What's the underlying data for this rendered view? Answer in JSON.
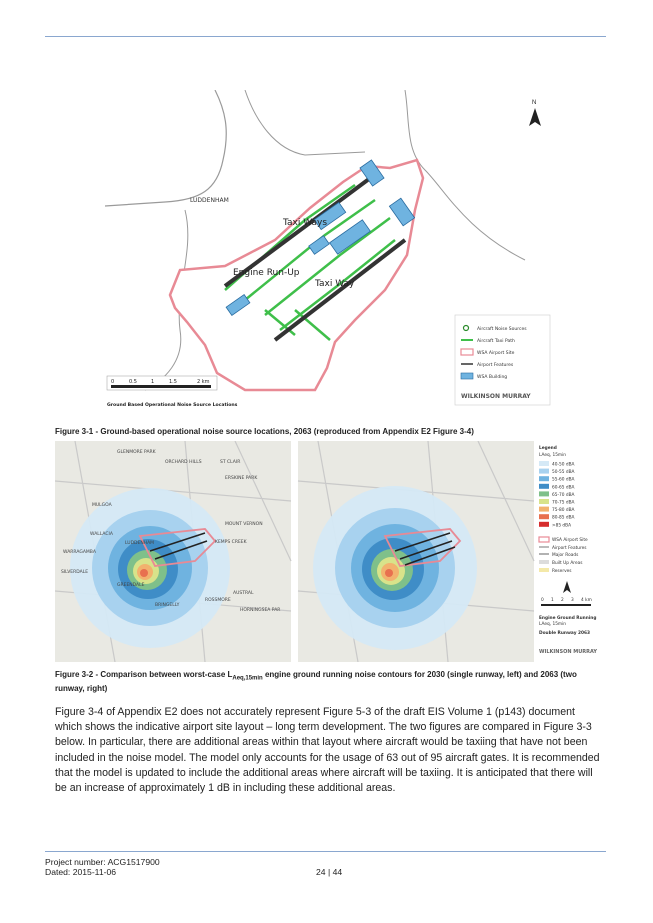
{
  "figure1": {
    "caption": "Figure 3-1 - Ground-based operational noise source locations, 2063 (reproduced from Appendix E2 Figure 3-4)",
    "map_labels": {
      "town": "LUDDENHAM",
      "taxi_ways": "Taxi Ways",
      "engine_run_up": "Engine Run-Up",
      "taxi_way": "Taxi Way"
    },
    "legend": [
      "Aircraft Noise Sources",
      "Aircraft Taxi Path",
      "WSA Airport Site",
      "Airport Features",
      "WSA Building"
    ],
    "scale_ticks": [
      "0",
      "0.5",
      "1",
      "1.5",
      "2 km"
    ],
    "map_title": "Ground Based Operational Noise Source Locations",
    "brand": "WILKINSON MURRAY"
  },
  "figure2": {
    "caption_part1": "Figure 3-2 - Comparison between worst-case L",
    "caption_sub": "Aeq,15min",
    "caption_part2": " engine ground running noise contours for 2030 (single runway, left) and 2063 (two runway, right)",
    "place_labels": [
      "GLENMORE PARK",
      "ORCHARD HILLS",
      "ST CLAIR",
      "ERSKINE PARK",
      "MULGOA",
      "WALLACIA",
      "LUDDENHAM",
      "KEMPS CREEK",
      "MOUNT VERNON",
      "WARRAGAMBA",
      "SILVERDALE",
      "GREENDALE",
      "AUSTRAL",
      "ROSSMORE",
      "BRINGELLY",
      "HORNINGSEA PAR"
    ],
    "legend_title": "Legend",
    "legend_subtitle": "LAeq, 15min",
    "legend_levels": [
      "40-50 dBA",
      "50-55 dBA",
      "55-60 dBA",
      "60-65 dBA",
      "65-70 dBA",
      "70-75 dBA",
      "75-80 dBA",
      "80-85 dBA",
      ">85 dBA"
    ],
    "legend_colors": [
      "#d5e9f6",
      "#a8d2ef",
      "#6fb3e0",
      "#3f8dc7",
      "#7fc08a",
      "#d8e38a",
      "#f2b26e",
      "#e8704f",
      "#d62d2d"
    ],
    "legend_features": [
      "WSA Airport Site",
      "Airport Features",
      "Major Roads",
      "Built Up Areas",
      "Reserves"
    ],
    "scale_ticks": [
      "0",
      "1",
      "2",
      "3",
      "4 km"
    ],
    "note_title": "Engine Ground Running",
    "note_metric": "LAeq, 15min",
    "note_scenario": "Double Runway 2063",
    "brand": "WILKINSON MURRAY"
  },
  "body": {
    "paragraph": "Figure 3-4 of Appendix E2 does not accurately represent Figure 5-3 of the draft EIS Volume 1 (p143) document which shows the indicative airport site layout – long term development. The two figures are compared in Figure 3-3 below. In particular, there are additional areas within that layout where aircraft would be taxiing that have not been included in the noise model. The model only accounts for the usage of 63 out of 95 aircraft gates. It is recommended that the model is updated to include the additional areas where aircraft will be taxiing. It is anticipated that there will be an increase of approximately 1 dB in including these additional areas."
  },
  "footer": {
    "project": "Project number: ACG1517900",
    "dated": "Dated: 2015-11-06",
    "page": "24 | 44"
  }
}
